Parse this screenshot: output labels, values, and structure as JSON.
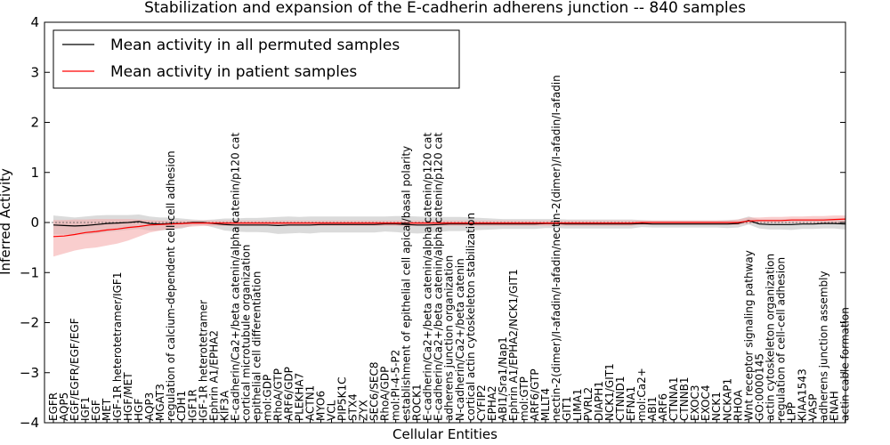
{
  "chart_data": {
    "type": "line",
    "title": "Stabilization and expansion of the E-cadherin adherens junction -- 840 samples",
    "xlabel": "Cellular Entities",
    "ylabel": "Inferred Activity",
    "ylim": [
      -4,
      4
    ],
    "yticks": [
      "−4",
      "−3",
      "−2",
      "−1",
      "0",
      "1",
      "2",
      "3",
      "4"
    ],
    "grid": false,
    "legend_position": "top-left",
    "categories": [
      "EGFR",
      "AQP5",
      "EGF/EGFR/EGF/EGF",
      "IGF1",
      "EGF",
      "MET",
      "IGF-1R heterotetramer/IGF1",
      "HGF/MET",
      "HGF",
      "AQP3",
      "MGAT3",
      "regulation of calcium-dependent cell-cell adhesion",
      "CDH1",
      "IGF1R",
      "IGF-1R heterotetramer",
      "Ephrin A1/EPHA2",
      "KIF3A",
      "E-cadherin/Ca2+/beta catenin/alpha catenin/p120 cat",
      "cortical microtubule organization",
      "epithelial cell differentiation",
      "mol:GDP",
      "RhoA/GTP",
      "ARF6/GDP",
      "PLEKHA7",
      "ACTN1",
      "MYO6",
      "VCL",
      "PIP5K1C",
      "STX4",
      "ZYX",
      "SEC6/SEC8",
      "RhoA/GDP",
      "mol:PI-4-5-P2",
      "establishment of epithelial cell apical/basal polarity",
      "ROCK1",
      "E-cadherin/Ca2+/beta catenin/alpha catenin/p120 cat",
      "E-cadherin/Ca2+/beta catenin/alpha catenin/p120 cat",
      "adherens junction organization",
      "N-cadherin/Ca2+/beta catenin",
      "cortical actin cytoskeleton stabilization",
      "CYFIP2",
      "EPHA2",
      "ABI1/Sra1/Nap1",
      "Ephrin A1/EPHA2/NCK1/GIT1",
      "mol:GTP",
      "ARF6/GTP",
      "MLLT4",
      "nectin-2(dimer)/I-afadin/I-afadin/nectin-2(dimer)/I-afadin/I-afadin",
      "GIT1",
      "LIMA1",
      "PVRL2",
      "DIAPH1",
      "NCK1/GIT1",
      "CTNND1",
      "EFNA1",
      "mol:Ca2+",
      "ABI1",
      "ARF6",
      "CTNNA1",
      "CTNNB1",
      "EXOC3",
      "EXOC4",
      "NCK1",
      "NCKAP1",
      "RHOA",
      "Wnt receptor signaling pathway",
      "GO:0000145",
      "actin cytoskeleton organization",
      "regulation of cell-cell adhesion",
      "LPP",
      "KIAA1543",
      "VASP",
      "adherens junction assembly",
      "ENAH",
      "actin cable formation"
    ],
    "series": [
      {
        "name": "Mean activity in all permuted samples",
        "color": "#000000",
        "band_color": "#c8c8c8",
        "values": [
          -0.05,
          -0.06,
          -0.07,
          -0.06,
          -0.04,
          -0.02,
          -0.01,
          0.0,
          0.02,
          -0.02,
          -0.03,
          -0.02,
          -0.02,
          0.0,
          0.0,
          -0.02,
          -0.04,
          -0.05,
          -0.05,
          -0.05,
          -0.05,
          -0.06,
          -0.05,
          -0.05,
          -0.05,
          -0.04,
          -0.04,
          -0.04,
          -0.04,
          -0.04,
          -0.04,
          -0.03,
          -0.03,
          -0.04,
          -0.05,
          -0.05,
          -0.04,
          -0.03,
          -0.03,
          -0.03,
          -0.03,
          -0.03,
          -0.03,
          -0.03,
          -0.03,
          -0.03,
          -0.02,
          -0.02,
          -0.03,
          -0.03,
          -0.03,
          -0.03,
          -0.03,
          -0.03,
          -0.03,
          -0.02,
          -0.03,
          -0.03,
          -0.03,
          -0.03,
          -0.03,
          -0.03,
          -0.03,
          -0.03,
          -0.02,
          0.04,
          -0.03,
          -0.04,
          -0.04,
          -0.04,
          -0.03,
          -0.03,
          -0.02,
          -0.02,
          -0.03
        ],
        "upper": [
          0.14,
          0.12,
          0.1,
          0.12,
          0.14,
          0.15,
          0.15,
          0.15,
          0.16,
          0.12,
          0.1,
          0.1,
          0.08,
          0.06,
          0.05,
          0.06,
          0.08,
          0.08,
          0.09,
          0.09,
          0.1,
          0.11,
          0.12,
          0.11,
          0.12,
          0.12,
          0.12,
          0.12,
          0.12,
          0.12,
          0.12,
          0.12,
          0.13,
          0.13,
          0.12,
          0.11,
          0.11,
          0.11,
          0.11,
          0.1,
          0.09,
          0.08,
          0.07,
          0.07,
          0.07,
          0.07,
          0.07,
          0.07,
          0.06,
          0.06,
          0.06,
          0.06,
          0.06,
          0.06,
          0.06,
          0.05,
          0.04,
          0.04,
          0.04,
          0.04,
          0.04,
          0.04,
          0.04,
          0.05,
          0.06,
          0.12,
          0.06,
          0.06,
          0.06,
          0.07,
          0.07,
          0.07,
          0.08,
          0.08,
          0.08
        ],
        "lower": [
          -0.24,
          -0.24,
          -0.24,
          -0.24,
          -0.22,
          -0.19,
          -0.17,
          -0.15,
          -0.13,
          -0.16,
          -0.16,
          -0.14,
          -0.12,
          -0.06,
          -0.05,
          -0.1,
          -0.16,
          -0.18,
          -0.19,
          -0.19,
          -0.2,
          -0.23,
          -0.22,
          -0.21,
          -0.22,
          -0.2,
          -0.2,
          -0.2,
          -0.2,
          -0.2,
          -0.2,
          -0.18,
          -0.19,
          -0.21,
          -0.22,
          -0.21,
          -0.19,
          -0.17,
          -0.17,
          -0.16,
          -0.15,
          -0.14,
          -0.13,
          -0.13,
          -0.13,
          -0.13,
          -0.11,
          -0.11,
          -0.12,
          -0.12,
          -0.12,
          -0.12,
          -0.12,
          -0.12,
          -0.12,
          -0.09,
          -0.1,
          -0.1,
          -0.1,
          -0.1,
          -0.1,
          -0.1,
          -0.1,
          -0.11,
          -0.1,
          -0.04,
          -0.12,
          -0.14,
          -0.14,
          -0.15,
          -0.13,
          -0.13,
          -0.12,
          -0.12,
          -0.14
        ]
      },
      {
        "name": "Mean activity in patient samples",
        "color": "#ff0000",
        "band_color": "#f4a6a6",
        "values": [
          -0.28,
          -0.27,
          -0.24,
          -0.2,
          -0.18,
          -0.15,
          -0.13,
          -0.1,
          -0.08,
          -0.05,
          -0.04,
          -0.03,
          -0.02,
          -0.01,
          -0.01,
          -0.01,
          -0.01,
          -0.01,
          -0.01,
          -0.01,
          -0.01,
          -0.01,
          -0.01,
          -0.01,
          -0.01,
          -0.01,
          -0.01,
          -0.01,
          -0.01,
          -0.01,
          -0.01,
          -0.01,
          -0.01,
          -0.01,
          -0.01,
          -0.01,
          -0.01,
          -0.01,
          -0.01,
          -0.01,
          -0.01,
          -0.01,
          -0.01,
          -0.01,
          -0.01,
          -0.01,
          -0.01,
          -0.01,
          -0.01,
          -0.01,
          -0.01,
          -0.01,
          -0.01,
          -0.01,
          -0.01,
          0.0,
          0.0,
          0.0,
          0.0,
          0.0,
          0.0,
          0.0,
          0.0,
          0.0,
          0.0,
          0.03,
          0.04,
          0.04,
          0.04,
          0.05,
          0.05,
          0.05,
          0.05,
          0.06,
          0.07
        ],
        "upper": [
          0.05,
          0.05,
          0.06,
          0.06,
          0.07,
          0.07,
          0.07,
          0.07,
          0.06,
          0.05,
          0.04,
          0.04,
          0.04,
          0.04,
          0.04,
          0.04,
          0.04,
          0.04,
          0.04,
          0.04,
          0.04,
          0.04,
          0.04,
          0.04,
          0.04,
          0.04,
          0.04,
          0.04,
          0.04,
          0.04,
          0.04,
          0.04,
          0.04,
          0.04,
          0.04,
          0.04,
          0.04,
          0.04,
          0.04,
          0.04,
          0.04,
          0.04,
          0.04,
          0.04,
          0.04,
          0.04,
          0.04,
          0.04,
          0.04,
          0.04,
          0.04,
          0.04,
          0.04,
          0.04,
          0.04,
          0.04,
          0.04,
          0.04,
          0.04,
          0.04,
          0.04,
          0.04,
          0.04,
          0.04,
          0.06,
          0.1,
          0.1,
          0.11,
          0.11,
          0.12,
          0.12,
          0.13,
          0.13,
          0.14,
          0.14
        ],
        "lower": [
          -0.68,
          -0.62,
          -0.56,
          -0.52,
          -0.5,
          -0.46,
          -0.42,
          -0.36,
          -0.28,
          -0.2,
          -0.16,
          -0.12,
          -0.1,
          -0.08,
          -0.07,
          -0.07,
          -0.07,
          -0.07,
          -0.07,
          -0.07,
          -0.07,
          -0.07,
          -0.07,
          -0.07,
          -0.07,
          -0.07,
          -0.07,
          -0.07,
          -0.07,
          -0.07,
          -0.07,
          -0.07,
          -0.07,
          -0.07,
          -0.07,
          -0.07,
          -0.07,
          -0.07,
          -0.07,
          -0.07,
          -0.07,
          -0.07,
          -0.07,
          -0.07,
          -0.07,
          -0.07,
          -0.07,
          -0.07,
          -0.07,
          -0.07,
          -0.07,
          -0.07,
          -0.07,
          -0.07,
          -0.07,
          -0.05,
          -0.05,
          -0.05,
          -0.05,
          -0.05,
          -0.05,
          -0.05,
          -0.05,
          -0.05,
          -0.05,
          -0.02,
          -0.01,
          -0.01,
          -0.01,
          -0.01,
          -0.01,
          -0.01,
          -0.01,
          -0.01,
          -0.01
        ]
      }
    ]
  }
}
